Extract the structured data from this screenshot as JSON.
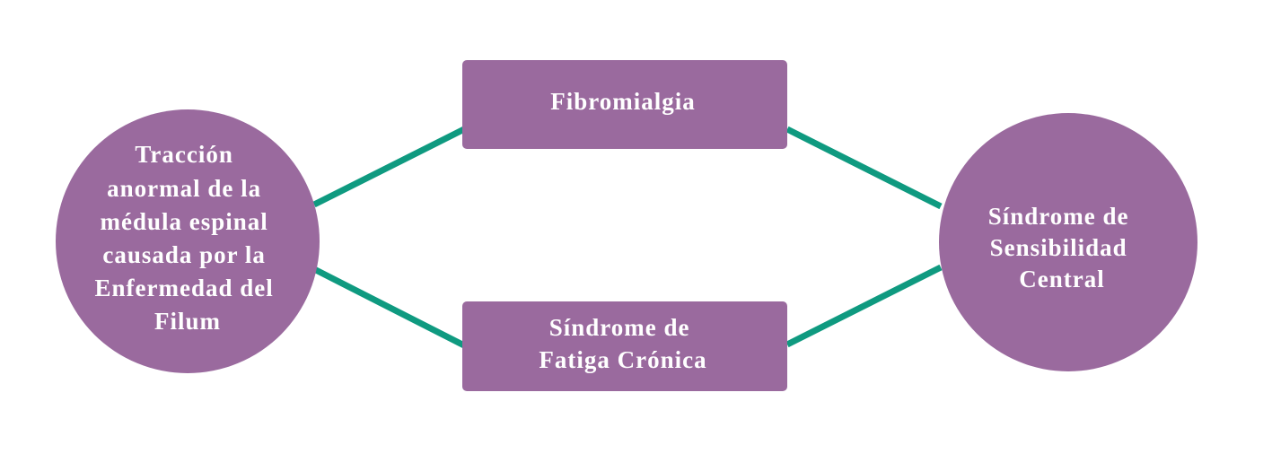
{
  "colors": {
    "node_fill": "#9a6a9e",
    "connector": "#0f9a80",
    "text": "#ffffff",
    "background": "#ffffff"
  },
  "nodes": {
    "left_circle": {
      "lines": [
        "Tracción",
        "anormal de la",
        "médula espinal",
        "causada por la",
        "Enfermedad del",
        "Filum"
      ]
    },
    "top_box": {
      "lines": [
        "Fibromialgia"
      ]
    },
    "bottom_box": {
      "lines": [
        "Síndrome de",
        "Fatiga Crónica"
      ]
    },
    "right_circle": {
      "lines": [
        "Síndrome de",
        "Sensibilidad",
        "Central"
      ]
    }
  }
}
